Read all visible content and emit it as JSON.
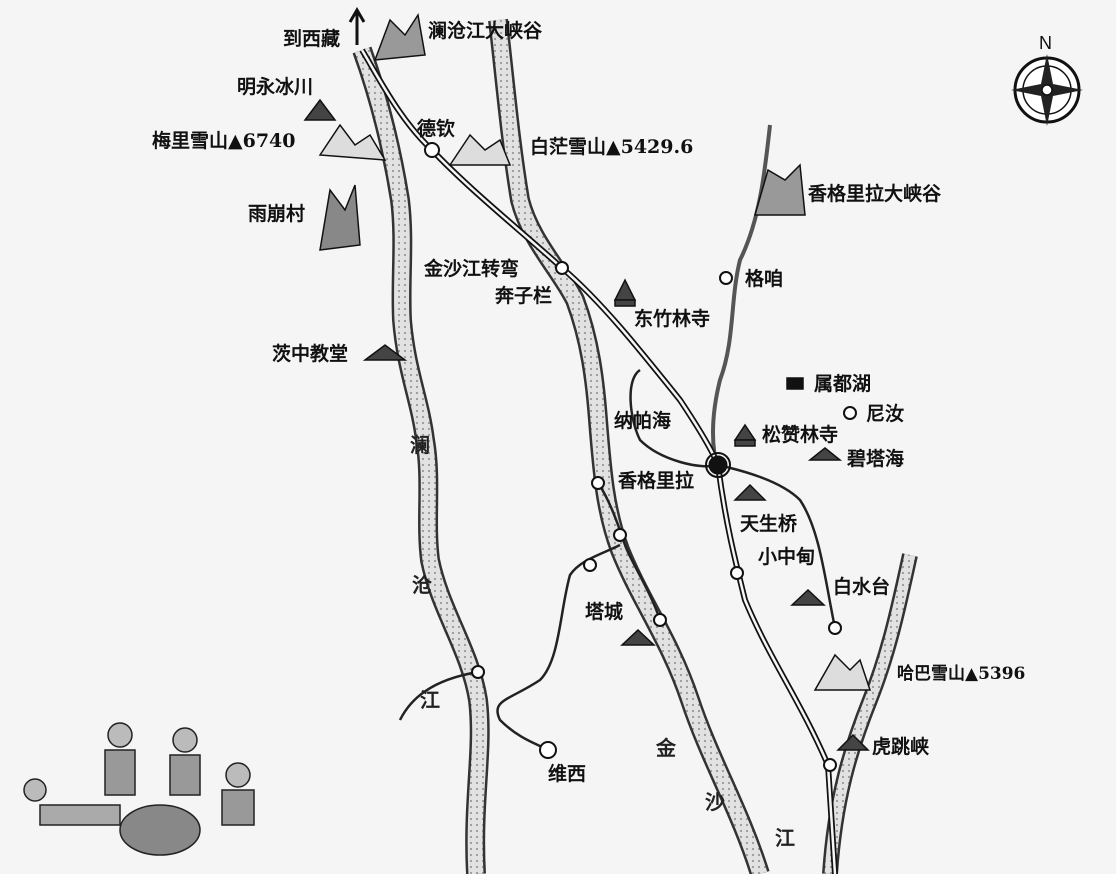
{
  "map": {
    "places": {
      "to_tibet": "到西藏",
      "lancang_canyon": "澜沧江大峡谷",
      "mingyong_glacier": "明永冰川",
      "meili_snow": "梅里雪山▲6740",
      "deqin": "德钦",
      "baimang_snow": "白茫雪山▲5429.6",
      "yubeng": "雨崩村",
      "shangrila_canyon": "香格里拉大峡谷",
      "jinsha_bend": "金沙江转弯",
      "benzilan": "奔子栏",
      "dongzhulin": "东竹林寺",
      "geza": "格咱",
      "cizhong_church": "茨中教堂",
      "shudu_lake": "属都湖",
      "nipai_sea": "纳帕海",
      "niru": "尼汝",
      "songzanlin": "松赞林寺",
      "bita_sea": "碧塔海",
      "shangrila": "香格里拉",
      "tiansheng_bridge": "天生桥",
      "xiaozhongdian": "小中甸",
      "baishuitai": "白水台",
      "tacheng": "塔城",
      "haba_snow": "哈巴雪山▲5396",
      "tiger_leaping": "虎跳峡",
      "weixi": "维西"
    },
    "rivers": {
      "lancang_1": "澜",
      "lancang_2": "沧",
      "lancang_3": "江",
      "jinsha_1": "金",
      "jinsha_2": "沙",
      "jinsha_3": "江"
    },
    "compass": {
      "north": "N"
    },
    "colors": {
      "ink": "#111111",
      "paper": "#f5f5f5",
      "river_fill": "#d8d8d8"
    }
  }
}
